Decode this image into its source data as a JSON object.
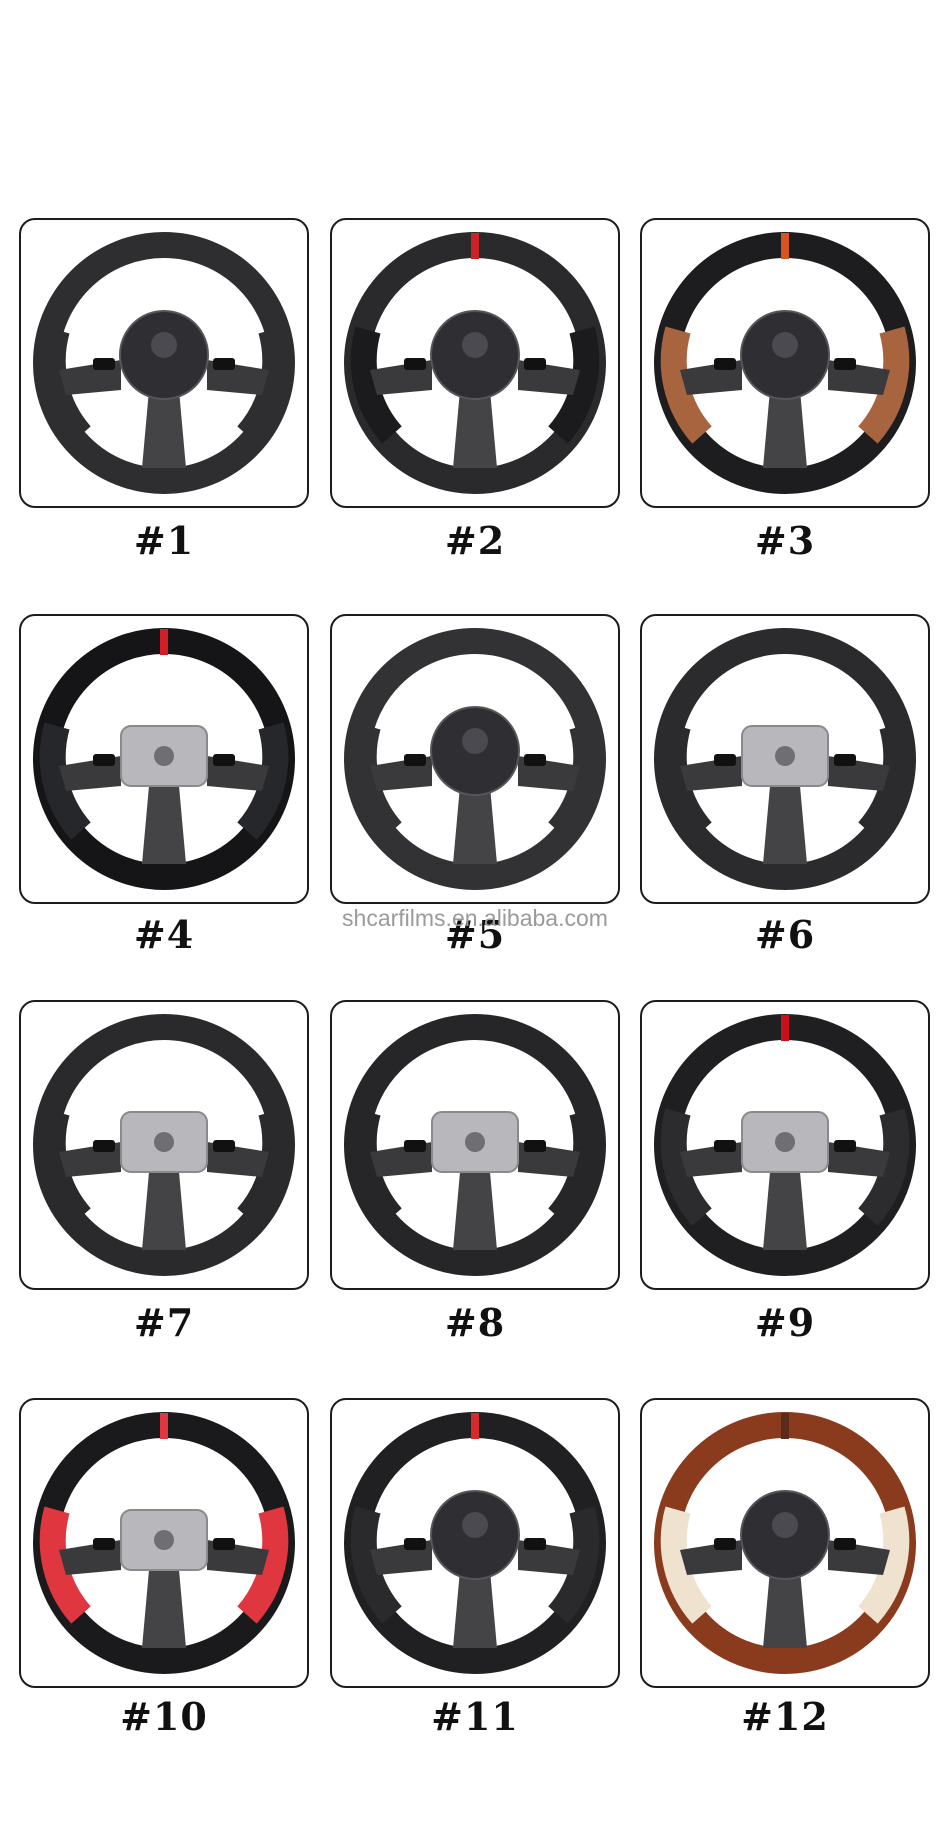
{
  "watermark": "shcarfilms.en.alibaba.com",
  "items": [
    {
      "label": "#1",
      "rim": "#2e2e30",
      "grip": "#2e2e30",
      "accent": "none",
      "hub": "airbag"
    },
    {
      "label": "#2",
      "rim": "#2a2a2c",
      "grip": "#1b1b1d",
      "accent": "#cc2228",
      "hub": "airbag"
    },
    {
      "label": "#3",
      "rim": "#1d1d1f",
      "grip": "#a8643e",
      "accent": "#d6541f",
      "hub": "airbag"
    },
    {
      "label": "#4",
      "rim": "#151517",
      "grip": "#26272a",
      "accent": "#d11f25",
      "hub": "bare"
    },
    {
      "label": "#5",
      "rim": "#323234",
      "grip": "#323234",
      "accent": "none",
      "hub": "airbag"
    },
    {
      "label": "#6",
      "rim": "#2b2b2d",
      "grip": "#2b2b2d",
      "accent": "none",
      "hub": "bare"
    },
    {
      "label": "#7",
      "rim": "#2a2a2c",
      "grip": "#2a2a2c",
      "accent": "none",
      "hub": "bare"
    },
    {
      "label": "#8",
      "rim": "#262628",
      "grip": "#262628",
      "accent": "none",
      "hub": "bare"
    },
    {
      "label": "#9",
      "rim": "#1f1f21",
      "grip": "#2c2c2e",
      "accent": "#c8121a",
      "hub": "bare"
    },
    {
      "label": "#10",
      "rim": "#1a1a1c",
      "grip": "#e0363f",
      "accent": "#e0363f",
      "hub": "bare"
    },
    {
      "label": "#11",
      "rim": "#202022",
      "grip": "#2a2a2c",
      "accent": "#d72a2a",
      "hub": "airbag"
    },
    {
      "label": "#12",
      "rim": "#8a3b1e",
      "grip": "#efe2cf",
      "accent": "#5a2c1a",
      "hub": "airbag"
    }
  ]
}
